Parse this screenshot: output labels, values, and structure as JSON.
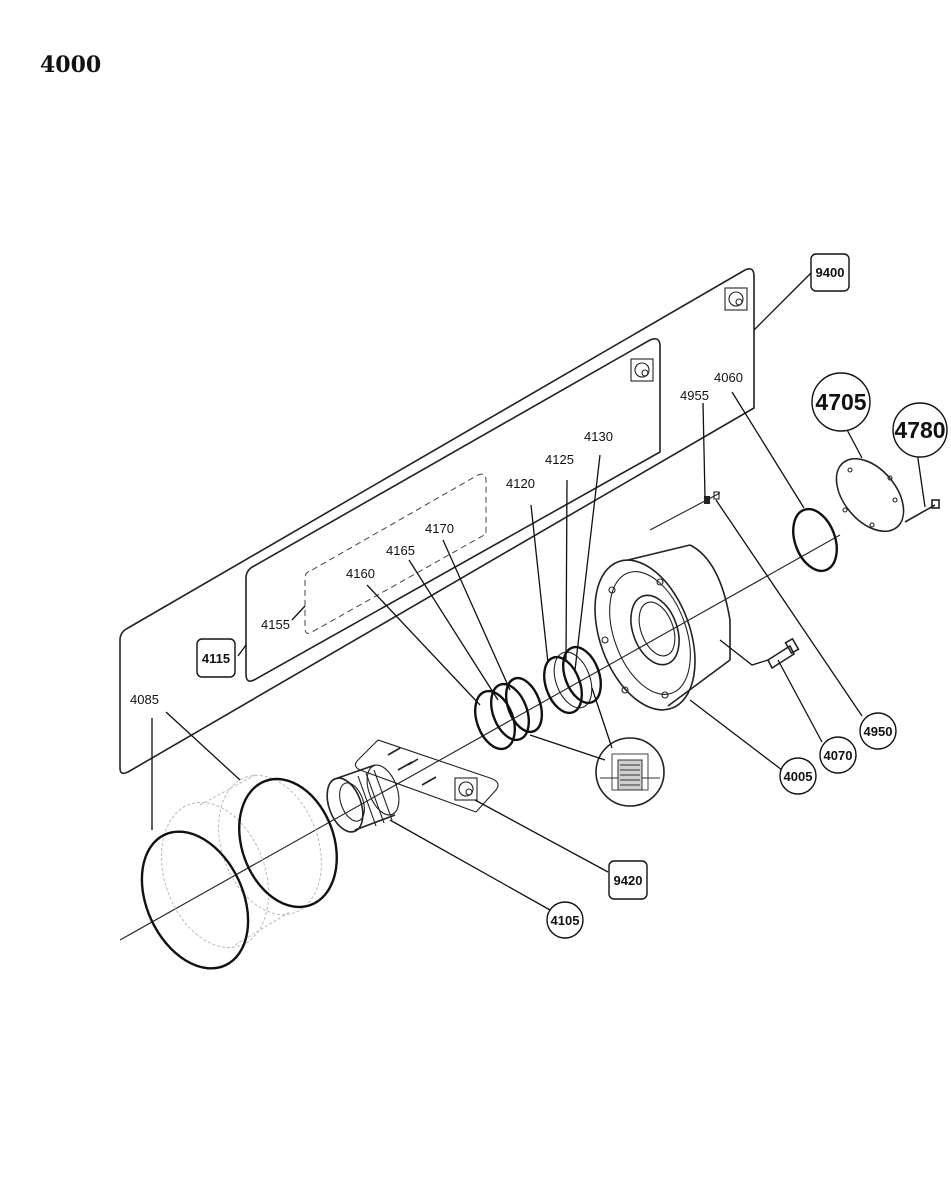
{
  "page": {
    "title": "4000"
  },
  "callouts": {
    "c4060": "4060",
    "c4955": "4955",
    "c4130": "4130",
    "c4125": "4125",
    "c4120": "4120",
    "c4170": "4170",
    "c4165": "4165",
    "c4160": "4160",
    "c4155": "4155",
    "c4085": "4085"
  },
  "boxed_callouts": {
    "b9400": "9400",
    "b4115": "4115",
    "b9420": "9420"
  },
  "circled_callouts": {
    "k4705": "4705",
    "k4780": "4780",
    "k4950": "4950",
    "k4070": "4070",
    "k4005": "4005",
    "k4105": "4105"
  }
}
